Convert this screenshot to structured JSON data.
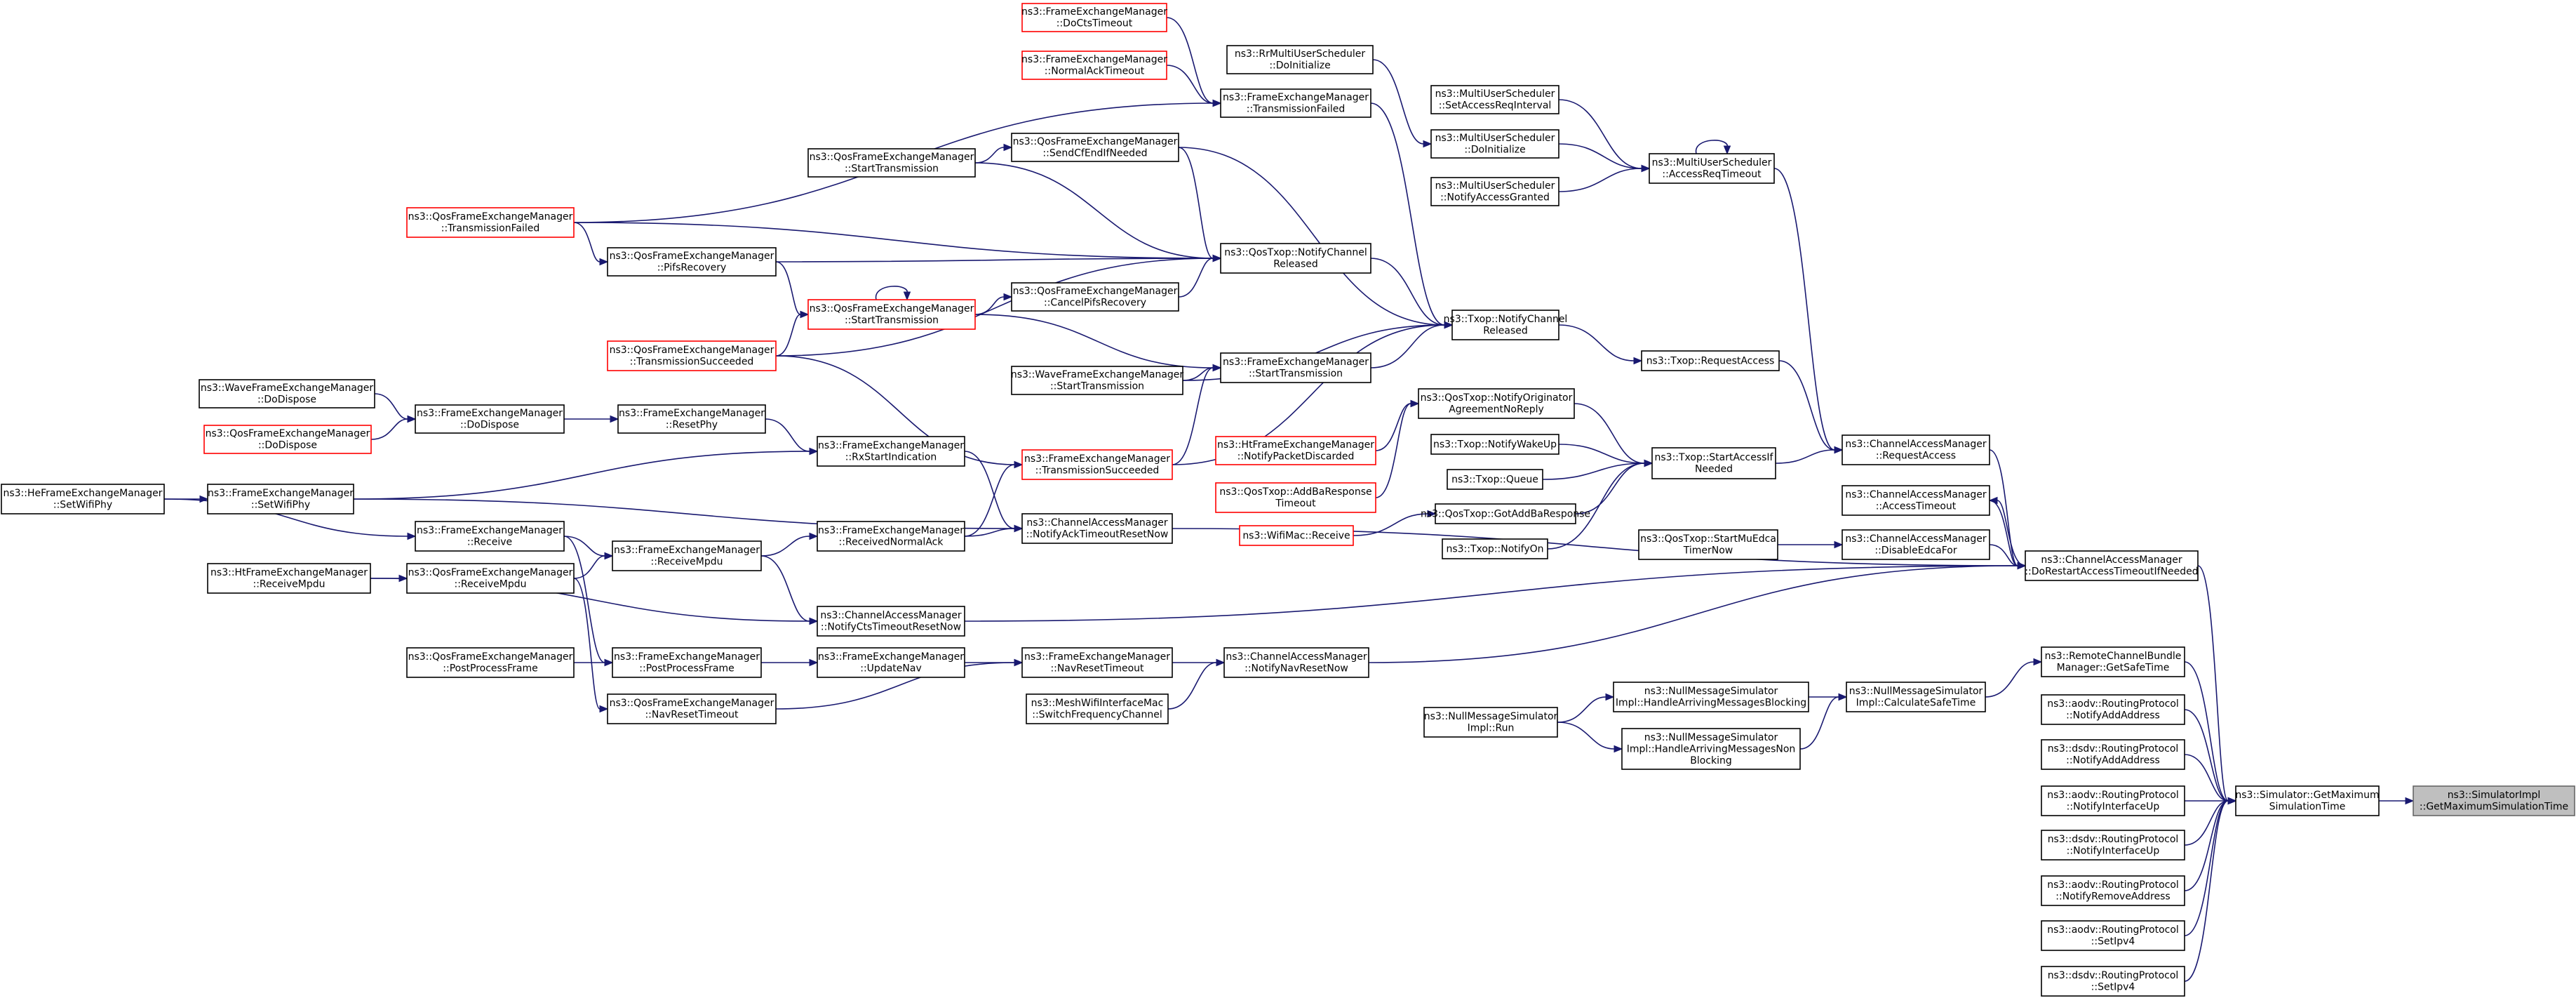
{
  "colors": {
    "edge": "#191970",
    "box_border": "#000000",
    "truncated_border": "#ff0000",
    "target_fill": "#bfbfbf",
    "background": "#ffffff"
  },
  "nodes": [
    {
      "id": "dc",
      "lines": [
        "ns3::FrameExchangeManager",
        "::DoCtsTimeout"
      ],
      "style": "red"
    },
    {
      "id": "rr",
      "lines": [
        "ns3::RrMultiUserScheduler",
        "::DoInitialize"
      ],
      "style": "normal"
    },
    {
      "id": "na",
      "lines": [
        "ns3::FrameExchangeManager",
        "::NormalAckTimeout"
      ],
      "style": "red"
    },
    {
      "id": "tf1",
      "lines": [
        "ns3::FrameExchangeManager",
        "::TransmissionFailed"
      ],
      "style": "normal"
    },
    {
      "id": "sar",
      "lines": [
        "ns3::MultiUserScheduler",
        "::SetAccessReqInterval"
      ],
      "style": "normal"
    },
    {
      "id": "mudi",
      "lines": [
        "ns3::MultiUserScheduler",
        "::DoInitialize"
      ],
      "style": "normal"
    },
    {
      "id": "art",
      "lines": [
        "ns3::MultiUserScheduler",
        "::AccessReqTimeout"
      ],
      "style": "normal"
    },
    {
      "id": "qst1",
      "lines": [
        "ns3::QosFrameExchangeManager",
        "::StartTransmission"
      ],
      "style": "normal"
    },
    {
      "id": "scfe",
      "lines": [
        "ns3::QosFrameExchangeManager",
        "::SendCfEndIfNeeded"
      ],
      "style": "normal"
    },
    {
      "id": "nag",
      "lines": [
        "ns3::MultiUserScheduler",
        "::NotifyAccessGranted"
      ],
      "style": "normal"
    },
    {
      "id": "qtf",
      "lines": [
        "ns3::QosFrameExchangeManager",
        "::TransmissionFailed"
      ],
      "style": "red"
    },
    {
      "id": "qncr",
      "lines": [
        "ns3::QosTxop::NotifyChannel",
        "Released"
      ],
      "style": "normal"
    },
    {
      "id": "pifs",
      "lines": [
        "ns3::QosFrameExchangeManager",
        "::PifsRecovery"
      ],
      "style": "normal"
    },
    {
      "id": "qst2",
      "lines": [
        "ns3::QosFrameExchangeManager",
        "::StartTransmission"
      ],
      "style": "red"
    },
    {
      "id": "cpr",
      "lines": [
        "ns3::QosFrameExchangeManager",
        "::CancelPifsRecovery"
      ],
      "style": "normal"
    },
    {
      "id": "tncr",
      "lines": [
        "ns3::Txop::NotifyChannel",
        "Released"
      ],
      "style": "normal"
    },
    {
      "id": "qts",
      "lines": [
        "ns3::QosFrameExchangeManager",
        "::TransmissionSucceeded"
      ],
      "style": "red"
    },
    {
      "id": "fst",
      "lines": [
        "ns3::FrameExchangeManager",
        "::StartTransmission"
      ],
      "style": "normal"
    },
    {
      "id": "trq",
      "lines": [
        "ns3::Txop::RequestAccess"
      ],
      "style": "normal"
    },
    {
      "id": "wst",
      "lines": [
        "ns3::WaveFrameExchangeManager",
        "::StartTransmission"
      ],
      "style": "normal"
    },
    {
      "id": "wdd",
      "lines": [
        "ns3::WaveFrameExchangeManager",
        "::DoDispose"
      ],
      "style": "normal"
    },
    {
      "id": "fdd",
      "lines": [
        "ns3::FrameExchangeManager",
        "::DoDispose"
      ],
      "style": "normal"
    },
    {
      "id": "frp",
      "lines": [
        "ns3::FrameExchangeManager",
        "::ResetPhy"
      ],
      "style": "normal"
    },
    {
      "id": "qnoa",
      "lines": [
        "ns3::QosTxop::NotifyOriginator",
        "AgreementNoReply"
      ],
      "style": "normal"
    },
    {
      "id": "qdd",
      "lines": [
        "ns3::QosFrameExchangeManager",
        "::DoDispose"
      ],
      "style": "red"
    },
    {
      "id": "hnpd",
      "lines": [
        "ns3::HtFrameExchangeManager",
        "::NotifyPacketDiscarded"
      ],
      "style": "red"
    },
    {
      "id": "twu",
      "lines": [
        "ns3::Txop::NotifyWakeUp"
      ],
      "style": "normal"
    },
    {
      "id": "frsi",
      "lines": [
        "ns3::FrameExchangeManager",
        "::RxStartIndication"
      ],
      "style": "normal"
    },
    {
      "id": "fts",
      "lines": [
        "ns3::FrameExchangeManager",
        "::TransmissionSucceeded"
      ],
      "style": "red"
    },
    {
      "id": "tsa",
      "lines": [
        "ns3::Txop::StartAccessIf",
        "Needed"
      ],
      "style": "normal"
    },
    {
      "id": "carq",
      "lines": [
        "ns3::ChannelAccessManager",
        "::RequestAccess"
      ],
      "style": "normal"
    },
    {
      "id": "tq",
      "lines": [
        "ns3::Txop::Queue"
      ],
      "style": "normal"
    },
    {
      "id": "hsp",
      "lines": [
        "ns3::HeFrameExchangeManager",
        "::SetWifiPhy"
      ],
      "style": "normal"
    },
    {
      "id": "fsp",
      "lines": [
        "ns3::FrameExchangeManager",
        "::SetWifiPhy"
      ],
      "style": "normal"
    },
    {
      "id": "qabt",
      "lines": [
        "ns3::QosTxop::AddBaResponse",
        "Timeout"
      ],
      "style": "red"
    },
    {
      "id": "cat",
      "lines": [
        "ns3::ChannelAccessManager",
        "::AccessTimeout"
      ],
      "style": "normal"
    },
    {
      "id": "qgab",
      "lines": [
        "ns3::QosTxop::GotAddBaResponse"
      ],
      "style": "normal"
    },
    {
      "id": "frec",
      "lines": [
        "ns3::FrameExchangeManager",
        "::Receive"
      ],
      "style": "normal"
    },
    {
      "id": "frna",
      "lines": [
        "ns3::FrameExchangeManager",
        "::ReceivedNormalAck"
      ],
      "style": "normal"
    },
    {
      "id": "wmr",
      "lines": [
        "ns3::WifiMac::Receive"
      ],
      "style": "red"
    },
    {
      "id": "catr",
      "lines": [
        "ns3::ChannelAccessManager",
        "::NotifyAckTimeoutResetNow"
      ],
      "style": "normal"
    },
    {
      "id": "frmp",
      "lines": [
        "ns3::FrameExchangeManager",
        "::ReceiveMpdu"
      ],
      "style": "normal"
    },
    {
      "id": "tno",
      "lines": [
        "ns3::Txop::NotifyOn"
      ],
      "style": "normal"
    },
    {
      "id": "qsme",
      "lines": [
        "ns3::QosTxop::StartMuEdca",
        "TimerNow"
      ],
      "style": "normal"
    },
    {
      "id": "cdef",
      "lines": [
        "ns3::ChannelAccessManager",
        "::DisableEdcaFor"
      ],
      "style": "normal"
    },
    {
      "id": "hrm",
      "lines": [
        "ns3::HtFrameExchangeManager",
        "::ReceiveMpdu"
      ],
      "style": "normal"
    },
    {
      "id": "qrm",
      "lines": [
        "ns3::QosFrameExchangeManager",
        "::ReceiveMpdu"
      ],
      "style": "normal"
    },
    {
      "id": "cdra",
      "lines": [
        "ns3::ChannelAccessManager",
        "::DoRestartAccessTimeoutIfNeeded"
      ],
      "style": "normal"
    },
    {
      "id": "cctr",
      "lines": [
        "ns3::ChannelAccessManager",
        "::NotifyCtsTimeoutResetNow"
      ],
      "style": "normal"
    },
    {
      "id": "qppf",
      "lines": [
        "ns3::QosFrameExchangeManager",
        "::PostProcessFrame"
      ],
      "style": "normal"
    },
    {
      "id": "fppf",
      "lines": [
        "ns3::FrameExchangeManager",
        "::PostProcessFrame"
      ],
      "style": "normal"
    },
    {
      "id": "fun",
      "lines": [
        "ns3::FrameExchangeManager",
        "::UpdateNav"
      ],
      "style": "normal"
    },
    {
      "id": "fnrt",
      "lines": [
        "ns3::FrameExchangeManager",
        "::NavResetTimeout"
      ],
      "style": "normal"
    },
    {
      "id": "cnnr",
      "lines": [
        "ns3::ChannelAccessManager",
        "::NotifyNavResetNow"
      ],
      "style": "normal"
    },
    {
      "id": "rcb",
      "lines": [
        "ns3::RemoteChannelBundle",
        "Manager::GetSafeTime"
      ],
      "style": "normal"
    },
    {
      "id": "nhb",
      "lines": [
        "ns3::NullMessageSimulator",
        "Impl::HandleArrivingMessagesBlocking"
      ],
      "style": "normal"
    },
    {
      "id": "ncst",
      "lines": [
        "ns3::NullMessageSimulator",
        "Impl::CalculateSafeTime"
      ],
      "style": "normal"
    },
    {
      "id": "qnrt",
      "lines": [
        "ns3::QosFrameExchangeManager",
        "::NavResetTimeout"
      ],
      "style": "normal"
    },
    {
      "id": "msfc",
      "lines": [
        "ns3::MeshWifiInterfaceMac",
        "::SwitchFrequencyChannel"
      ],
      "style": "normal"
    },
    {
      "id": "aodva",
      "lines": [
        "ns3::aodv::RoutingProtocol",
        "::NotifyAddAddress"
      ],
      "style": "normal"
    },
    {
      "id": "nrun",
      "lines": [
        "ns3::NullMessageSimulator",
        "Impl::Run"
      ],
      "style": "normal"
    },
    {
      "id": "nhnb",
      "lines": [
        "ns3::NullMessageSimulator",
        "Impl::HandleArrivingMessagesNon",
        "Blocking"
      ],
      "style": "normal"
    },
    {
      "id": "dsdva",
      "lines": [
        "ns3::dsdv::RoutingProtocol",
        "::NotifyAddAddress"
      ],
      "style": "normal"
    },
    {
      "id": "aodvu",
      "lines": [
        "ns3::aodv::RoutingProtocol",
        "::NotifyInterfaceUp"
      ],
      "style": "normal"
    },
    {
      "id": "sgmt",
      "lines": [
        "ns3::Simulator::GetMaximum",
        "SimulationTime"
      ],
      "style": "normal"
    },
    {
      "id": "sigm",
      "lines": [
        "ns3::SimulatorImpl",
        "::GetMaximumSimulationTime"
      ],
      "style": "target"
    },
    {
      "id": "dsdvu",
      "lines": [
        "ns3::dsdv::RoutingProtocol",
        "::NotifyInterfaceUp"
      ],
      "style": "normal"
    },
    {
      "id": "aodvr",
      "lines": [
        "ns3::aodv::RoutingProtocol",
        "::NotifyRemoveAddress"
      ],
      "style": "normal"
    },
    {
      "id": "aodvs",
      "lines": [
        "ns3::aodv::RoutingProtocol",
        "::SetIpv4"
      ],
      "style": "normal"
    },
    {
      "id": "dsdvs",
      "lines": [
        "ns3::dsdv::RoutingProtocol",
        "::SetIpv4"
      ],
      "style": "normal"
    }
  ],
  "edges": [
    [
      "dc",
      "tf1"
    ],
    [
      "na",
      "tf1"
    ],
    [
      "rr",
      "mudi"
    ],
    [
      "tf1",
      "tncr"
    ],
    [
      "qtf",
      "tf1"
    ],
    [
      "sar",
      "art"
    ],
    [
      "mudi",
      "art"
    ],
    [
      "nag",
      "art"
    ],
    [
      "art",
      "art"
    ],
    [
      "art",
      "carq"
    ],
    [
      "qst1",
      "scfe"
    ],
    [
      "qst1",
      "qncr"
    ],
    [
      "scfe",
      "qncr"
    ],
    [
      "scfe",
      "tncr"
    ],
    [
      "qtf",
      "pifs"
    ],
    [
      "qtf",
      "qncr"
    ],
    [
      "pifs",
      "qncr"
    ],
    [
      "pifs",
      "qst2"
    ],
    [
      "qst2",
      "qst2"
    ],
    [
      "qst2",
      "cpr"
    ],
    [
      "qst2",
      "fst"
    ],
    [
      "cpr",
      "qncr"
    ],
    [
      "qts",
      "qst2"
    ],
    [
      "qts",
      "qncr"
    ],
    [
      "qts",
      "fts"
    ],
    [
      "qncr",
      "tncr"
    ],
    [
      "tncr",
      "trq"
    ],
    [
      "trq",
      "carq"
    ],
    [
      "fst",
      "tncr"
    ],
    [
      "wst",
      "fst"
    ],
    [
      "wst",
      "tncr"
    ],
    [
      "fts",
      "fst"
    ],
    [
      "fts",
      "tncr"
    ],
    [
      "wdd",
      "fdd"
    ],
    [
      "qdd",
      "fdd"
    ],
    [
      "fdd",
      "frp"
    ],
    [
      "frp",
      "frsi"
    ],
    [
      "fsp",
      "frsi"
    ],
    [
      "hsp",
      "fsp"
    ],
    [
      "frsi",
      "catr"
    ],
    [
      "fsp",
      "catr"
    ],
    [
      "hnpd",
      "qnoa"
    ],
    [
      "qabt",
      "qnoa"
    ],
    [
      "qnoa",
      "tsa"
    ],
    [
      "twu",
      "tsa"
    ],
    [
      "tq",
      "tsa"
    ],
    [
      "qgab",
      "tsa"
    ],
    [
      "tno",
      "tsa"
    ],
    [
      "wmr",
      "qgab"
    ],
    [
      "tsa",
      "carq"
    ],
    [
      "frec",
      "frmp"
    ],
    [
      "qrm",
      "frmp"
    ],
    [
      "frmp",
      "frna"
    ],
    [
      "frna",
      "catr"
    ],
    [
      "frna",
      "fts"
    ],
    [
      "hsp",
      "frec"
    ],
    [
      "hrm",
      "qrm"
    ],
    [
      "frec",
      "fppf"
    ],
    [
      "frmp",
      "cctr"
    ],
    [
      "hrm",
      "cctr"
    ],
    [
      "qrm",
      "qnrt"
    ],
    [
      "qppf",
      "fppf"
    ],
    [
      "fppf",
      "fun"
    ],
    [
      "fun",
      "fnrt"
    ],
    [
      "qnrt",
      "fnrt"
    ],
    [
      "fnrt",
      "cnnr"
    ],
    [
      "msfc",
      "cnnr"
    ],
    [
      "carq",
      "cdra"
    ],
    [
      "cat",
      "cdra"
    ],
    [
      "cdra",
      "cat"
    ],
    [
      "cdef",
      "cdra"
    ],
    [
      "qsme",
      "cdef"
    ],
    [
      "catr",
      "cdra"
    ],
    [
      "cctr",
      "cdra"
    ],
    [
      "cnnr",
      "cdra"
    ],
    [
      "cdra",
      "sgmt"
    ],
    [
      "nrun",
      "nhb"
    ],
    [
      "nrun",
      "nhnb"
    ],
    [
      "nhb",
      "ncst"
    ],
    [
      "nhnb",
      "ncst"
    ],
    [
      "ncst",
      "rcb"
    ],
    [
      "rcb",
      "sgmt"
    ],
    [
      "aodva",
      "sgmt"
    ],
    [
      "dsdva",
      "sgmt"
    ],
    [
      "aodvu",
      "sgmt"
    ],
    [
      "dsdvu",
      "sgmt"
    ],
    [
      "aodvr",
      "sgmt"
    ],
    [
      "aodvs",
      "sgmt"
    ],
    [
      "dsdvs",
      "sgmt"
    ],
    [
      "sgmt",
      "sigm"
    ]
  ]
}
